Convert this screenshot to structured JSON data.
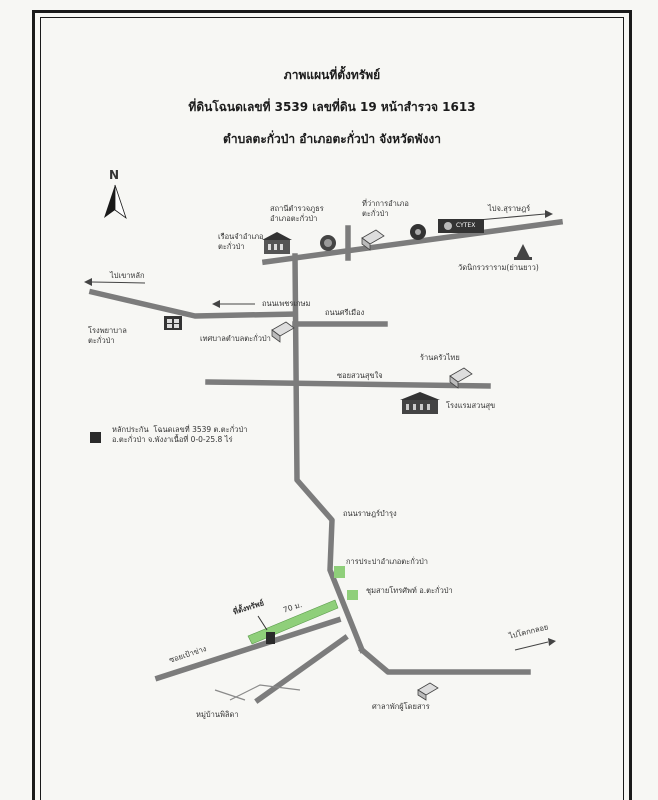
{
  "title": {
    "line1": "ภาพแผนที่ตั้งทรัพย์",
    "line2": "ที่ดินโฉนดเลขที่ 3539  เลขที่ดิน 19  หน้าสำรวจ 1613",
    "line3": "ตำบลตะกั่วป่า  อำเภอตะกั่วป่า  จังหวัดพังงา"
  },
  "compass": {
    "label": "N"
  },
  "labels": {
    "school": "เรือนจำอำเภอ\nตะกั่วป่า",
    "police": "สถานีตำรวจภูธร\nอำเภอตะกั่วป่า",
    "district_office": "ที่ว่าการอำเภอ\nตะกั่วป่า",
    "to_suratthani": "ไปจ.สุราษฎร์",
    "temple": "วัดนิกรวราราม(ย่านยาว)",
    "to_khaolak": "ไปเขาหลัก",
    "road_phetkasem": "ถนนเพชรเกษม",
    "road_srimuang": "ถนนศรีเมือง",
    "hospital": "โรงพยาบาล\nตะกั่วป่า",
    "municipality": "เทศบาลตำบลตะกั่วป่า",
    "shop": "ร้านครัวไทย",
    "soi_suansukjai": "ซอยสวนสุขใจ",
    "hotel": "โรงแรมสวนสุข",
    "legend": "หลักประกัน  โฉนดเลขที่ 3539 ต.ตะกั่วป่า\nอ.ตะกั่วป่า จ.พังงาเนื้อที่ 0-0-25.8 ไร่",
    "road_ratburana": "ถนนราษฎร์บำรุง",
    "water_office": "การประปาอำเภอตะกั่วป่า",
    "telephone": "ชุมสายโทรศัพท์ อ.ตะกั่วป่า",
    "property": "ที่ตั้งทรัพย์",
    "distance": "70 ม.",
    "soi_left": "ซอยเป้าข่าง",
    "to_khokkloi": "ไปโคกกลอย",
    "village": "หมู่บ้านพิลิดา",
    "bus_station": "ศาลาพักผู้โดยสาร",
    "brand": "CYTEX"
  },
  "colors": {
    "road": "#7c7c7c",
    "green": "#8fcf7a",
    "marker": "#2a2a2a"
  }
}
